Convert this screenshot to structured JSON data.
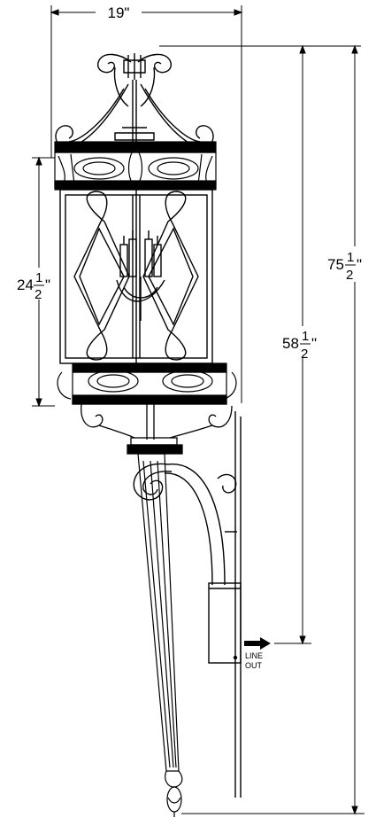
{
  "dimensions": {
    "width": "19\"",
    "height_body_whole": "24",
    "height_body_num": "1",
    "height_body_den": "2",
    "height_body_mark": "\"",
    "height_center_whole": "58",
    "height_center_num": "1",
    "height_center_den": "2",
    "height_center_mark": "\"",
    "height_overall_whole": "75",
    "height_overall_num": "1",
    "height_overall_den": "2",
    "height_overall_mark": "\""
  },
  "callout": {
    "line1": "LINE",
    "line2": "OUT"
  },
  "colors": {
    "ink": "#000000",
    "paper": "#ffffff"
  }
}
